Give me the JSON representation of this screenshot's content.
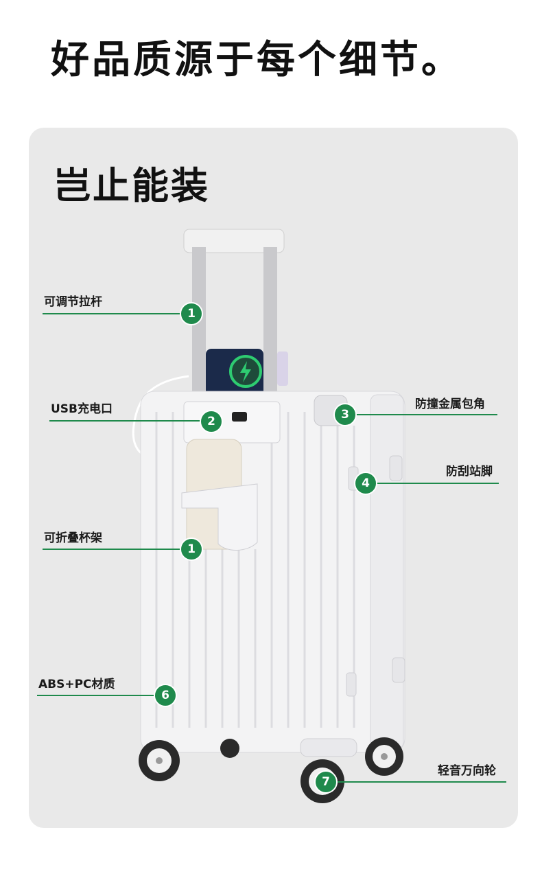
{
  "page_title": "好品质源于每个细节。",
  "panel_title": "岂止能装",
  "callouts": [
    {
      "label": "可调节拉杆",
      "num": "1"
    },
    {
      "label": "USB充电口",
      "num": "2"
    },
    {
      "label": "可折叠杯架",
      "num": "1"
    },
    {
      "label": "ABS+PC材质",
      "num": "6"
    },
    {
      "label": "防撞金属包角",
      "num": "3"
    },
    {
      "label": "防刮站脚",
      "num": "4"
    },
    {
      "label": "轻音万向轮",
      "num": "7"
    }
  ],
  "colors": {
    "accent": "#1f8a4c",
    "panel": "#e9e9e9",
    "luggage": "#f3f3f4"
  }
}
